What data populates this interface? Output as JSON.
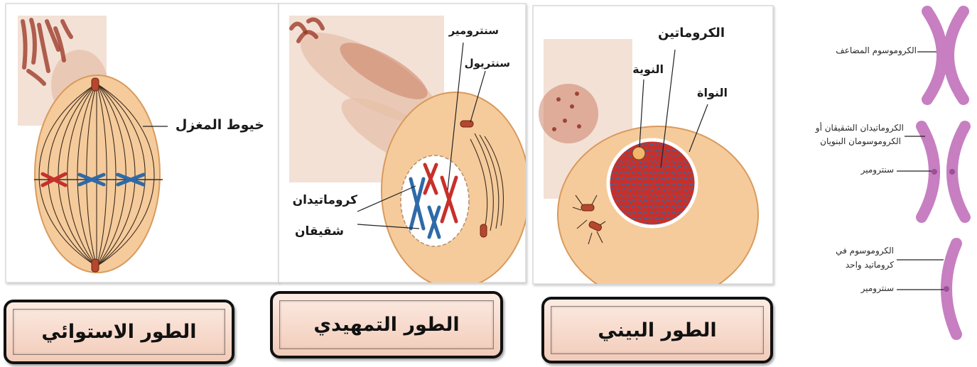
{
  "phases": {
    "metaphase": {
      "title": "الطور الاستوائي",
      "spindle_fibers_label": "خيوط المغزل"
    },
    "prophase": {
      "title": "الطور التمهيدي",
      "centromere_label": "سنترومير",
      "centriole_label": "سنتريول",
      "sister_chromatids_label": [
        "كروماتيدان",
        "شقيقان"
      ]
    },
    "interphase": {
      "title": "الطور البيني",
      "chromatin_label": "الكروماتين",
      "nucleolus_label": "النوية",
      "nucleus_label": "النواة"
    }
  },
  "chromosome_key": {
    "duplicated_chromosome_label": "الكروموسوم المضاعف",
    "sister_chromatids_label": [
      "الكروماتيدان الشقيقان أو",
      "الكروموسومان البنويان"
    ],
    "sister_chromatids_centromere_label": "سنترومير",
    "single_chromatid_label": [
      "الكروموسوم في",
      "كروماتيد واحد"
    ],
    "single_chromatid_centromere_label": "سنترومير"
  },
  "colors": {
    "cell_fill": "#f5cb9c",
    "cell_stroke": "#d99a5c",
    "chromosome_red": "#c7302a",
    "chromosome_blue": "#2f6aa8",
    "legend_chromosome": "#c77fc1",
    "title_box_border": "#111111",
    "title_box_fill": "#f2cbb9"
  }
}
